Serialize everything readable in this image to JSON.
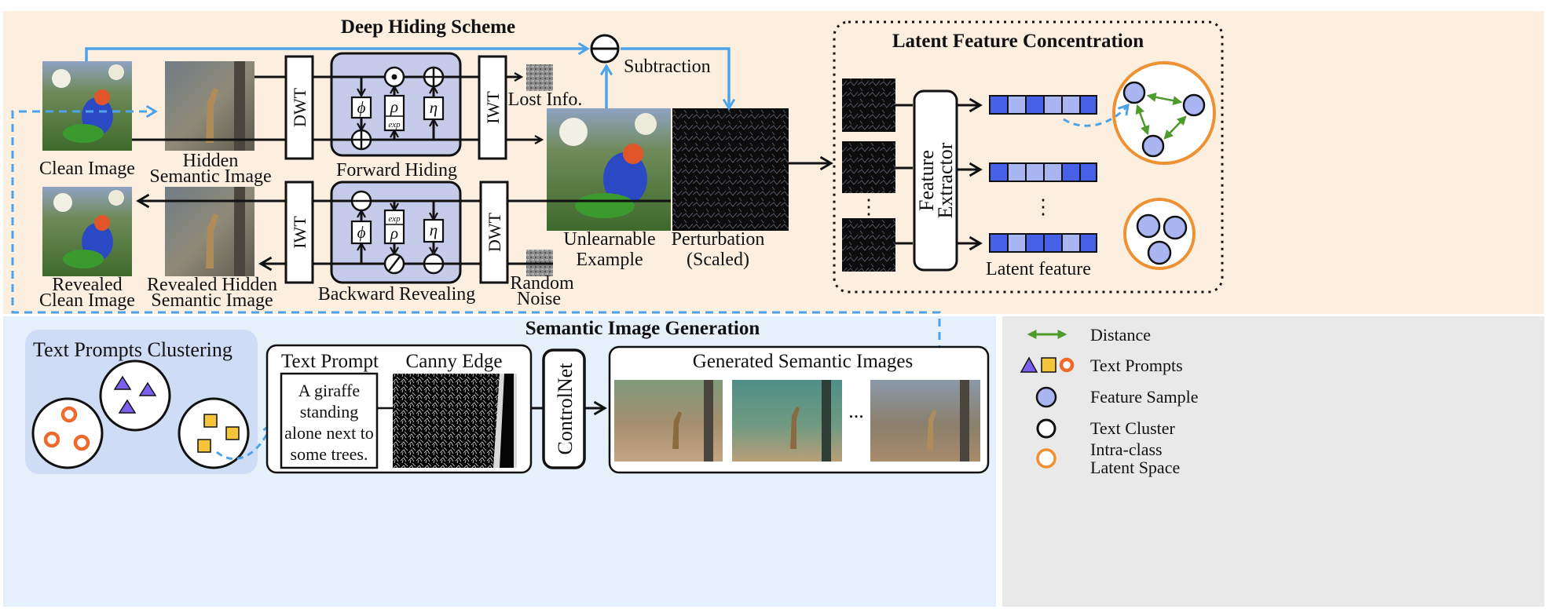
{
  "sections": {
    "deep_hiding": "Deep Hiding Scheme",
    "latent": "Latent Feature Concentration",
    "semantic": "Semantic Image Generation"
  },
  "labels": {
    "clean_image": "Clean Image",
    "hidden_semantic_1": "Hidden",
    "hidden_semantic_2": "Semantic Image",
    "revealed_clean_1": "Revealed",
    "revealed_clean_2": "Clean Image",
    "revealed_hidden_1": "Revealed Hidden",
    "revealed_hidden_2": "Semantic Image",
    "dwt": "DWT",
    "iwt": "IWT",
    "forward_hiding": "Forward Hiding",
    "backward_revealing": "Backward Revealing",
    "lost_info": "Lost Info.",
    "random_noise_1": "Random",
    "random_noise_2": "Noise",
    "subtraction": "Subtraction",
    "unlearnable_1": "Unlearnable",
    "unlearnable_2": "Example",
    "perturbation_1": "Perturbation",
    "perturbation_2": "(Scaled)",
    "feature_extractor_1": "Feature",
    "feature_extractor_2": "Extractor",
    "latent_feature": "Latent feature",
    "phi": "ϕ",
    "rho": "ρ",
    "eta": "η",
    "exp": "exp",
    "vdots": "⋮",
    "hdots": "..."
  },
  "generation": {
    "clustering_title": "Text Prompts Clustering",
    "text_prompt_title": "Text Prompt",
    "canny_title": "Canny Edge",
    "prompt_lines": [
      "A giraffe",
      "standing",
      "alone next to",
      "some trees."
    ],
    "controlnet": "ControlNet",
    "generated_title": "Generated Semantic Images"
  },
  "legend": {
    "distance": "Distance",
    "text_prompts": "Text Prompts",
    "feature_sample": "Feature Sample",
    "text_cluster": "Text Cluster",
    "intra_1": "Intra-class",
    "intra_2": "Latent Space"
  },
  "colors": {
    "deep_bg": "#fcefe0",
    "gen_bg": "#e6f0fa",
    "cluster_bg": "#cfdcf5",
    "legend_bg": "#e9e9e9",
    "module_fill": "#c7cbea",
    "arrow_blue": "#4da3e8",
    "orange": "#ed9132",
    "green": "#4e9a2c",
    "purple": "#7d5ff0",
    "yellow": "#f4c43a",
    "feature_dark": "#4760e8",
    "feature_light": "#a9b6f2"
  }
}
